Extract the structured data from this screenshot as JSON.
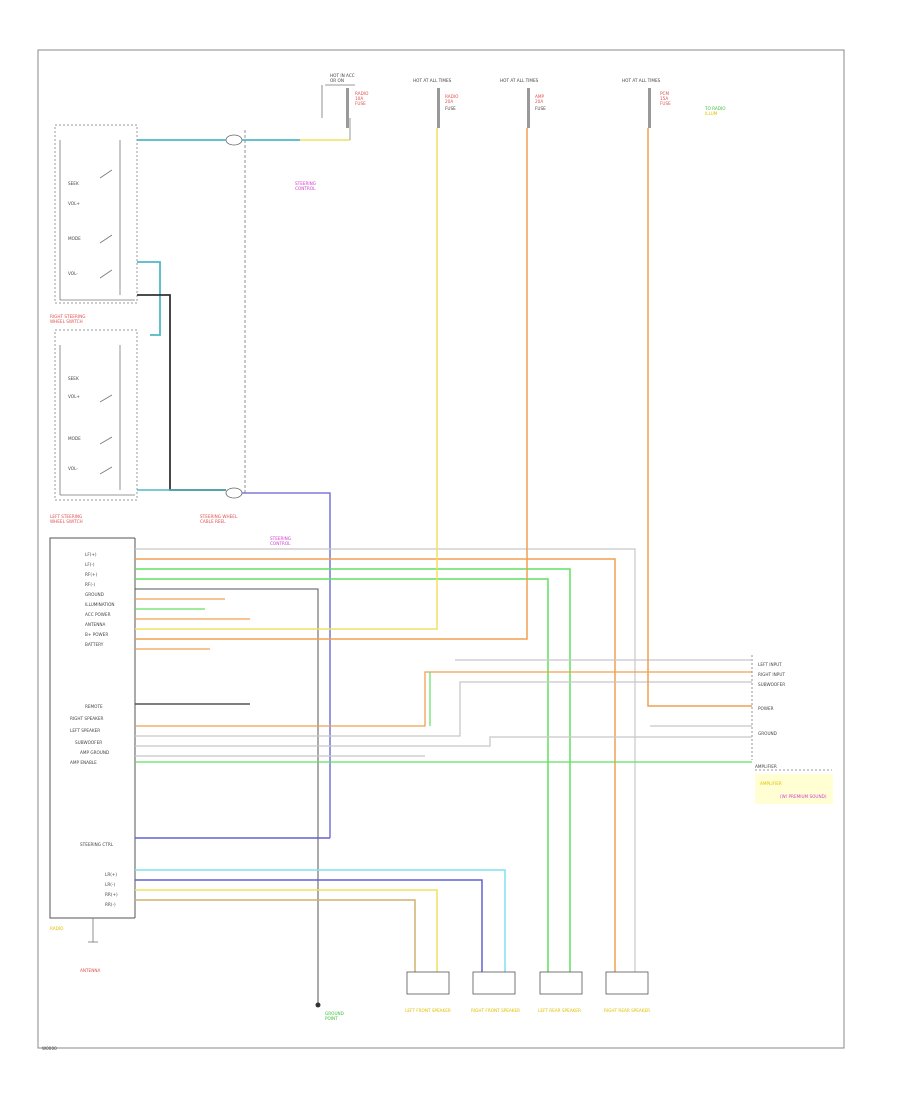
{
  "figure_id": "W0000",
  "labels": {
    "radio_fuse": [
      "HOT IN ACC",
      "OR ON"
    ],
    "hot_at_all_times_1": "HOT AT ALL TIMES",
    "hot_at_all_times_2": "HOT AT ALL TIMES",
    "hot_at_all_times_3": "HOT AT ALL TIMES",
    "right_steering_switch": [
      "RIGHT STEERING",
      "WHEEL SWITCH"
    ],
    "left_steering_switch": [
      "LEFT STEERING",
      "WHEEL SWITCH"
    ],
    "cable_reel": [
      "STEERING WHEEL",
      "CABLE REEL"
    ],
    "radio": "RADIO",
    "antenna": "ANTENNA",
    "amplifier": [
      "AMPLIFIER",
      "(W/ PREMIUM SOUND)"
    ]
  },
  "radio_pins_top": [
    "LF(+)",
    "LF(-)",
    "RF(+)",
    "RF(-)",
    "GROUND",
    "ILLUMINATION",
    "ACC POWER",
    "ANTENNA",
    "B+ POWER",
    "BATTERY"
  ],
  "radio_pins_mid": [
    "REMOTE",
    "RIGHT SPEAKER",
    "LEFT SPEAKER",
    "SUBWOOFER",
    "AMP GROUND",
    "AMP ENABLE"
  ],
  "radio_pins_low": [
    "STEERING CTRL"
  ],
  "radio_pins_bottom": [
    "LR(+)",
    "LR(-)",
    "RR(+)",
    "RR(-)"
  ],
  "amp_pins": [
    "LEFT INPUT",
    "RIGHT INPUT",
    "SUBWOOFER",
    "POWER",
    "GROUND"
  ],
  "speakers": [
    "LEFT FRONT SPEAKER",
    "RIGHT FRONT SPEAKER",
    "LEFT REAR SPEAKER",
    "RIGHT REAR SPEAKER"
  ],
  "ground_label": [
    "GROUND",
    "POINT"
  ],
  "wire_colors": {
    "yellow": "#f0e060",
    "orange": "#f0a050",
    "green": "#60e060",
    "gray": "#c8c8c8",
    "blue": "#6060d0",
    "lightblue": "#80e0f0",
    "tan": "#d0b070",
    "teal": "#50b8c8",
    "black": "#333333",
    "red_label": "#e05050"
  }
}
